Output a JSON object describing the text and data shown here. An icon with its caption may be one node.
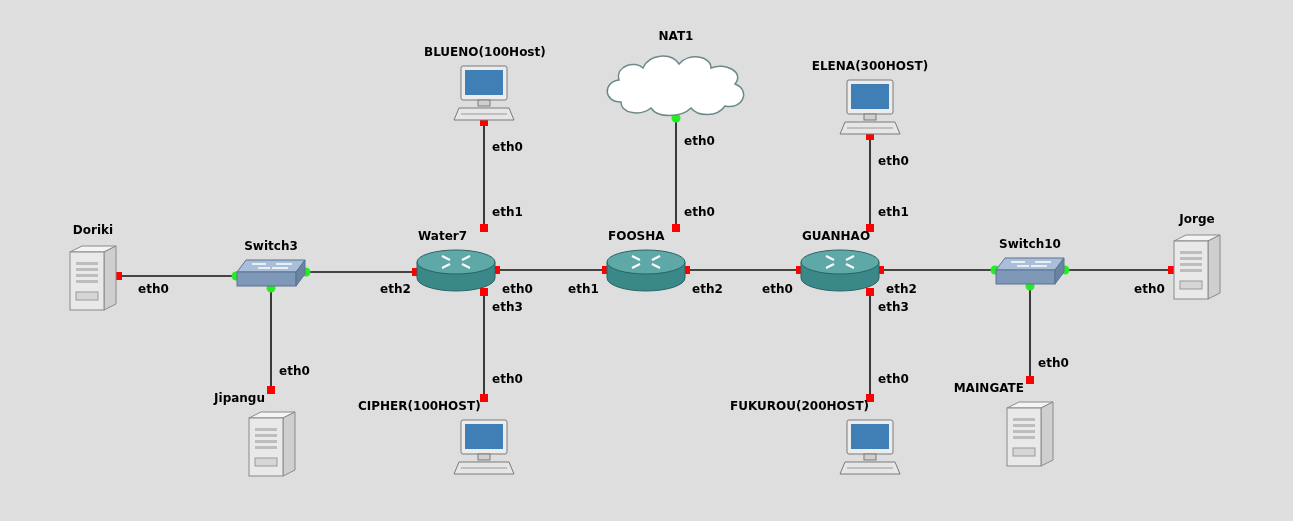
{
  "diagram": {
    "nodes": [
      {
        "text": [
          "BLUENO(100Host)"
        ]
      },
      {
        "text": [
          "NAT1"
        ]
      },
      {
        "text": [
          "ELENA(300HOST)"
        ]
      },
      {
        "text": [
          "Doriki"
        ]
      },
      {
        "text": [
          "Switch3"
        ]
      },
      {
        "text": [
          "Water7"
        ]
      },
      {
        "text": [
          "FOOSHA"
        ]
      },
      {
        "text": [
          "GUANHAO"
        ]
      },
      {
        "text": [
          "Switch10"
        ]
      },
      {
        "text": [
          "Jorge"
        ]
      },
      {
        "text": [
          "Jipangu"
        ]
      },
      {
        "text": [
          "CIPHER(100HOST)"
        ]
      },
      {
        "text": [
          "FUKUROU(200HOST)"
        ]
      },
      {
        "text": [
          "MAINGATE"
        ]
      }
    ],
    "edges": [
      {
        "from": 3,
        "to": 4,
        "arrow": "other"
      },
      {
        "from": 4,
        "to": 5,
        "arrow": "other"
      },
      {
        "from": 4,
        "to": 10,
        "arrow": "other"
      },
      {
        "from": 5,
        "to": 0,
        "arrow": "other"
      },
      {
        "from": 5,
        "to": 11,
        "arrow": "other"
      },
      {
        "from": 5,
        "to": 6,
        "arrow": "other"
      },
      {
        "from": 6,
        "to": 1,
        "arrow": "other"
      },
      {
        "from": 6,
        "to": 7,
        "arrow": "other"
      },
      {
        "from": 7,
        "to": 2,
        "arrow": "other"
      },
      {
        "from": 7,
        "to": 12,
        "arrow": "other"
      },
      {
        "from": 7,
        "to": 8,
        "arrow": "other"
      },
      {
        "from": 8,
        "to": 9,
        "arrow": "other"
      },
      {
        "from": 8,
        "to": 13,
        "arrow": "other"
      }
    ],
    "labels": [
      "eth0",
      "eth0",
      "eth0",
      "eth1",
      "eth0",
      "eth1",
      "eth0",
      "eth2",
      "eth0",
      "eth1",
      "eth2",
      "eth0",
      "eth2",
      "eth0",
      "eth3",
      "eth3",
      "eth0",
      "eth0",
      "eth0",
      "eth0"
    ]
  }
}
